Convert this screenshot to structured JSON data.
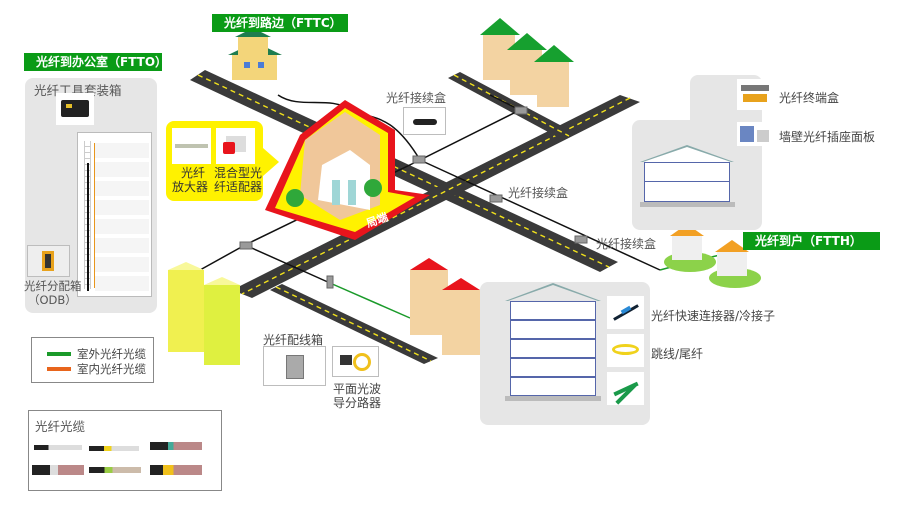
{
  "sections": {
    "ftto": "光纤到办公室（FTTO）",
    "fttc": "光纤到路边（FTTC）",
    "ftth": "光纤到户（FTTH）"
  },
  "ftto_panel": {
    "toolkit_label": "光纤工具套装箱",
    "odb_label_line1": "光纤分配箱",
    "odb_label_line2": "（ODB）"
  },
  "central_office": {
    "amplifier_line1": "光纤",
    "amplifier_line2": "放大器",
    "adapter_line1": "混合型光",
    "adapter_line2": "纤适配器",
    "site_label": "局端"
  },
  "splice_boxes": {
    "top": "光纤接续盒",
    "middle": "光纤接续盒",
    "right": "光纤接续盒"
  },
  "ftth_panel": {
    "terminal_box": "光纤终端盒",
    "wall_panel": "墙壁光纤插座面板"
  },
  "building_panel": {
    "connector": "光纤快速连接器/冷接子",
    "jumper": "跳线/尾纤"
  },
  "fttc_items": {
    "distribution_box": "光纤配线箱",
    "splitter_line1": "平面光波",
    "splitter_line2": "导分路器"
  },
  "legend": {
    "items": [
      {
        "label": "室外光纤光缆",
        "color": "#1a9a2a"
      },
      {
        "label": "室内光纤光缆",
        "color": "#e8651c"
      }
    ]
  },
  "cable_box": {
    "title": "光纤光缆"
  },
  "colors": {
    "tag_green": "#0a9b16",
    "road": "#3a3a3a",
    "road_dash": "#f2e21c",
    "highlight_yellow": "#fff200",
    "highlight_red": "#e8141c",
    "panel_gray": "#e6e6e6"
  }
}
